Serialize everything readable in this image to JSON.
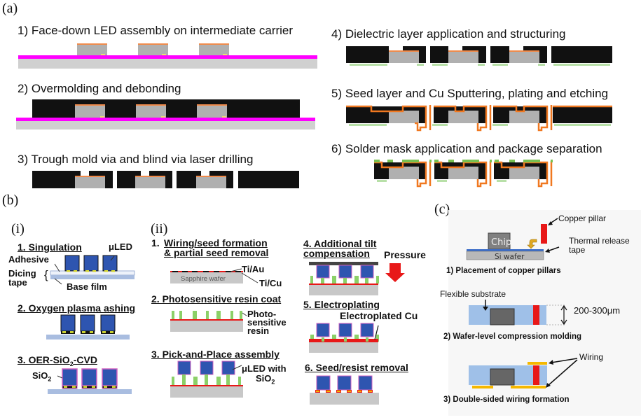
{
  "panels": {
    "a": {
      "label": "(a)",
      "steps": [
        "1) Face-down LED assembly on intermediate carrier",
        "2) Overmolding and debonding",
        "3) Trough mold via and blind via laser drilling",
        "4) Dielectric layer application and structuring",
        "5) Seed layer and Cu Sputtering, plating and etching",
        "6) Solder mask application and package separation"
      ]
    },
    "b": {
      "label": "(b)",
      "i": {
        "label": "(i)",
        "steps": [
          "1. Singulation",
          "2. Oxygen plasma ashing",
          "3. OER-SiO",
          "-CVD"
        ],
        "sub2": "2",
        "annotations": {
          "uled": "μLED",
          "adhesive": "Adhesive",
          "dicing": "Dicing",
          "tape": "tape",
          "base_film": "Base film",
          "sio2": "SiO",
          "sio2_sub": "2"
        }
      },
      "ii": {
        "label": "(ii)",
        "steps": [
          "1.",
          "Wiring/seed formation",
          "& partial seed removal",
          "2. Photosensitive resin coat",
          "3. Pick-and-Place assembly",
          "4. Additional tilt",
          "compensation",
          "5.  Electroplating",
          "6. Seed/resist removal"
        ],
        "annotations": {
          "ti_au": "Ti/Au",
          "ti_cu": "Ti/Cu",
          "sapphire": "Sapphire wafer",
          "photo1": "Photo-",
          "photo2": "sensitive",
          "photo3": "resin",
          "uled_with": "μLED with",
          "sio": "SiO",
          "sio_sub": "2",
          "pressure": "Pressure",
          "electroplated_cu": "Electroplated Cu"
        }
      }
    },
    "c": {
      "label": "(c)",
      "steps": [
        "1) Placement of copper pillars",
        "2) Wafer-level compression molding",
        "3) Double-sided wiring formation"
      ],
      "annotations": {
        "copper_pillar": "Copper pillar",
        "thermal1": "Thermal release",
        "thermal2": "tape",
        "chip": "Chip",
        "si_wafer": "Si wafer",
        "flexible": "Flexible substrate",
        "thickness": "200-300μm",
        "wiring": "Wiring"
      }
    }
  },
  "colors": {
    "mold": "#111111",
    "chip_gray": "#b3b3b3",
    "carrier_gray": "#d0d0d0",
    "magenta": "#ff00ff",
    "copper_orange": "#f07820",
    "green_mask": "#78c050",
    "light_green": "#b8e0a8",
    "uled_blue": "#2e55b0",
    "tape_blue": "#a9bde0",
    "red": "#e81818",
    "resin_green": "#8cd068",
    "substrate_blue": "#9fc0e8",
    "wiring_yellow": "#f5b800"
  }
}
